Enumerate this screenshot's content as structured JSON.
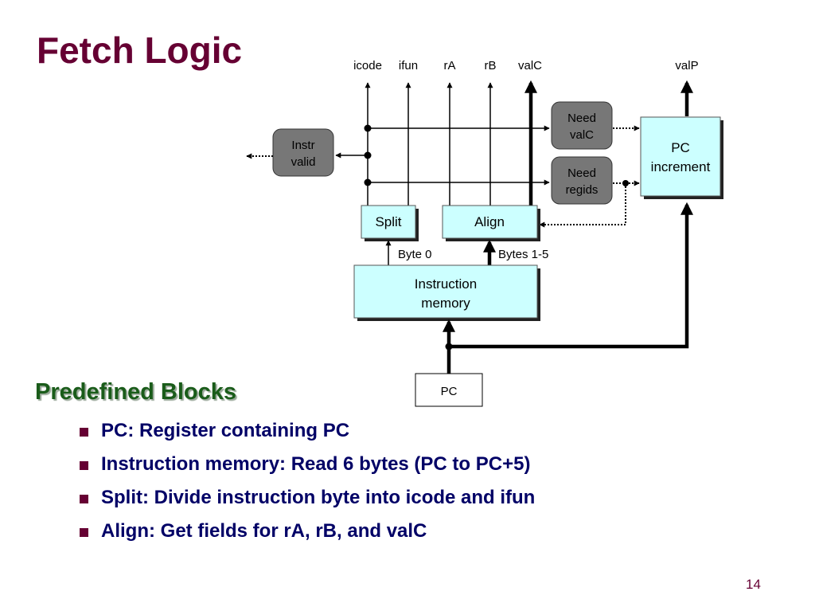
{
  "slide": {
    "title": "Fetch Logic",
    "subheading": "Predefined Blocks",
    "bullets": [
      "PC: Register containing PC",
      "Instruction memory: Read 6 bytes (PC to PC+5)",
      "Split: Divide instruction byte into icode and ifun",
      "Align: Get fields for rA, rB, and valC"
    ],
    "page_number": "14"
  },
  "diagram": {
    "outputs": {
      "icode": "icode",
      "ifun": "ifun",
      "rA": "rA",
      "rB": "rB",
      "valC": "valC",
      "valP": "valP"
    },
    "blocks": {
      "instr_valid": [
        "Instr",
        "valid"
      ],
      "need_valC": [
        "Need",
        "valC"
      ],
      "need_regids": [
        "Need",
        "regids"
      ],
      "pc_increment": [
        "PC",
        "increment"
      ],
      "split": "Split",
      "align": "Align",
      "instruction_memory": [
        "Instruction",
        "memory"
      ],
      "pc": "PC"
    },
    "wire_labels": {
      "byte0": "Byte 0",
      "bytes1_5": "Bytes 1-5"
    },
    "colors": {
      "title": "#660033",
      "subheading": "#1a5c1a",
      "bullet_text": "#000066",
      "hardware_block": "#ccffff",
      "control_block": "#777777"
    }
  }
}
